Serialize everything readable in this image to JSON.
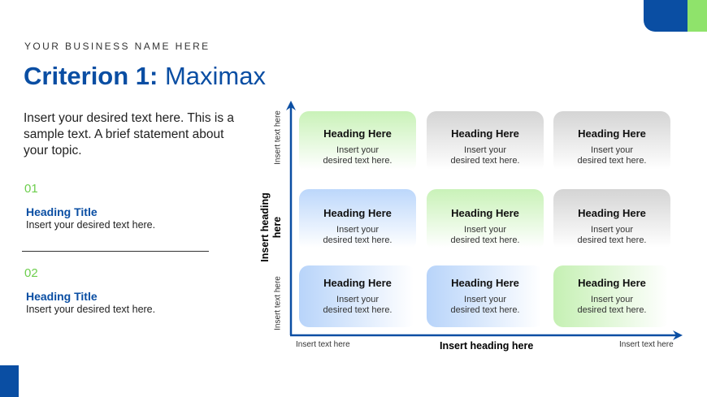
{
  "header": {
    "business": "YOUR BUSINESS NAME HERE",
    "title_bold": "Criterion 1:",
    "title_rest": "Maximax"
  },
  "intro": "Insert your desired text here. This is a sample text. A brief statement about your topic.",
  "items": [
    {
      "num": "01",
      "title": "Heading Title",
      "desc": "Insert your desired text here."
    },
    {
      "num": "02",
      "title": "Heading Title",
      "desc": "Insert your desired text here."
    }
  ],
  "matrix": {
    "y_label": "Insert heading here",
    "y_top": "Insert text here",
    "y_bottom": "Insert text here",
    "x_label": "Insert heading here",
    "x_left": "Insert text here",
    "x_right": "Insert text here",
    "cells": [
      {
        "heading": "Heading Here",
        "text": "Insert your desired text here."
      },
      {
        "heading": "Heading Here",
        "text": "Insert your desired text here."
      },
      {
        "heading": "Heading Here",
        "text": "Insert your desired text here."
      },
      {
        "heading": "Heading Here",
        "text": "Insert your desired text here."
      },
      {
        "heading": "Heading Here",
        "text": "Insert your desired text here."
      },
      {
        "heading": "Heading Here",
        "text": "Insert your desired text here."
      },
      {
        "heading": "Heading Here",
        "text": "Insert your desired text here."
      },
      {
        "heading": "Heading Here",
        "text": "Insert your desired text here."
      },
      {
        "heading": "Heading Here",
        "text": "Insert your desired text here."
      }
    ]
  },
  "colors": {
    "blue": "#0a4ea3",
    "green": "#8fe36b"
  }
}
